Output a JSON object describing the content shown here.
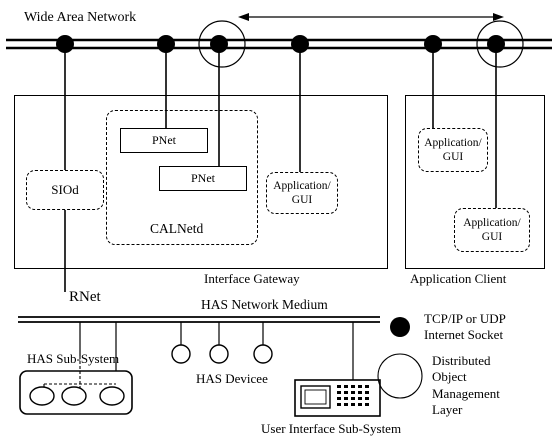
{
  "labels": {
    "wan": "Wide Area Network",
    "interface_gateway": "Interface Gateway",
    "application_client": "Application Client",
    "rnet": "RNet",
    "has_medium": "HAS Network Medium",
    "has_subsystem": "HAS Sub-System",
    "has_devices": "HAS Devicee",
    "ui_subsystem": "User Interface Sub-System"
  },
  "components": {
    "siod": "SIOd",
    "pnet1": "PNet",
    "pnet2": "PNet",
    "calnetd": "CALNetd",
    "app_gateway": "Application/ GUI",
    "app_client1": "Application/ GUI",
    "app_client2": "Application/ GUI"
  },
  "legend": {
    "socket": "TCP/IP or UDP Internet Socket",
    "dom": "Distributed Object Management Layer"
  }
}
